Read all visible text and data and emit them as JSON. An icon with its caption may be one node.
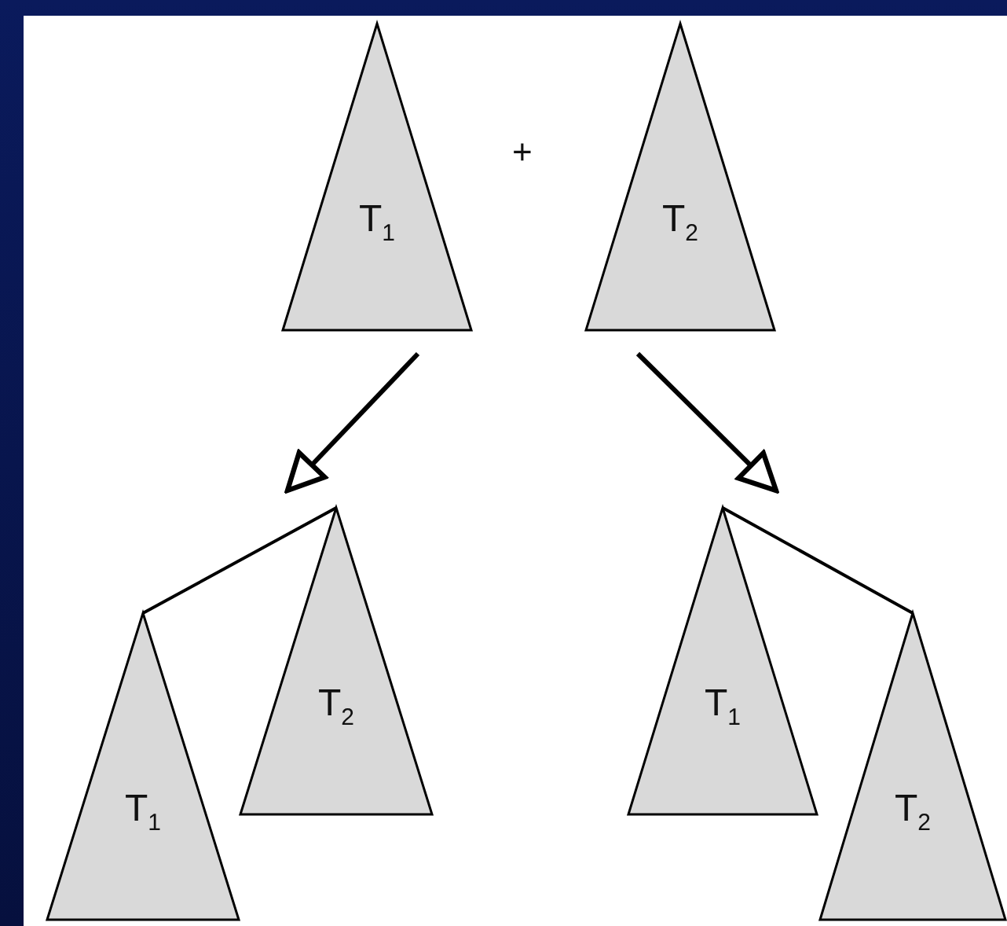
{
  "diagram": {
    "nodes": [
      {
        "text": [
          "T$_{1}$"
        ]
      },
      {
        "text": [
          "T$_{2}$"
        ]
      },
      {
        "text": [
          "T$_{1}$"
        ]
      },
      {
        "text": [
          "T$_{2}$"
        ]
      },
      {
        "text": [
          "T$_{1}$"
        ]
      },
      {
        "text": [
          "T$_{2}$"
        ]
      }
    ],
    "edges": [
      {
        "from": 0,
        "to": 3,
        "arrow": "to"
      },
      {
        "from": 1,
        "to": 4,
        "arrow": "to"
      },
      {
        "from": 2,
        "to": 3,
        "arrow": "none"
      },
      {
        "from": 4,
        "to": 5,
        "arrow": "none"
      }
    ],
    "labels": [
      "+"
    ]
  }
}
